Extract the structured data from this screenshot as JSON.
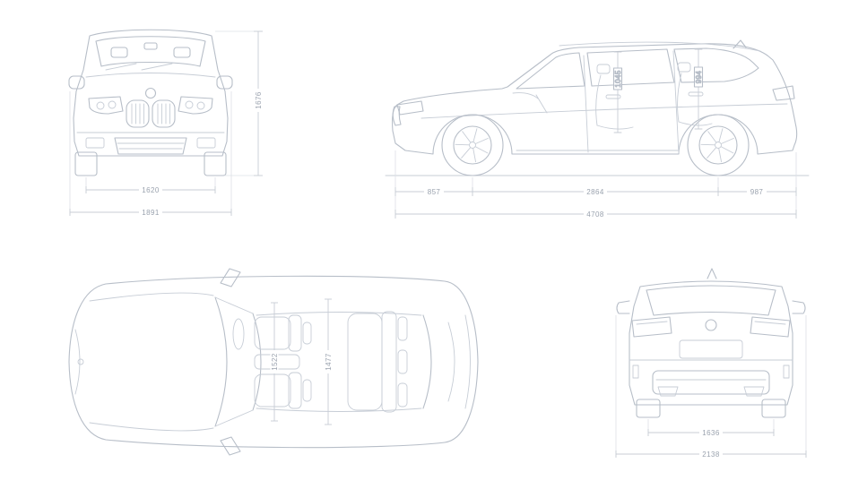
{
  "colors": {
    "car_line": "#b7bec8",
    "dimension_line": "#c8cdd5",
    "label_text": "#9aa2ae",
    "background": "#ffffff"
  },
  "dims": {
    "front": {
      "track": "1620",
      "overall_width": "1891",
      "overall_height": "1676"
    },
    "side": {
      "front_overhang": "857",
      "wheelbase": "2864",
      "rear_overhang": "987",
      "overall_length": "4708",
      "interior_height_front": "1045",
      "interior_height_rear": "994"
    },
    "top": {
      "interior_width_front": "1522",
      "interior_width_rear": "1477"
    },
    "rear": {
      "track": "1636",
      "overall_width_mirrors": "2138"
    }
  }
}
